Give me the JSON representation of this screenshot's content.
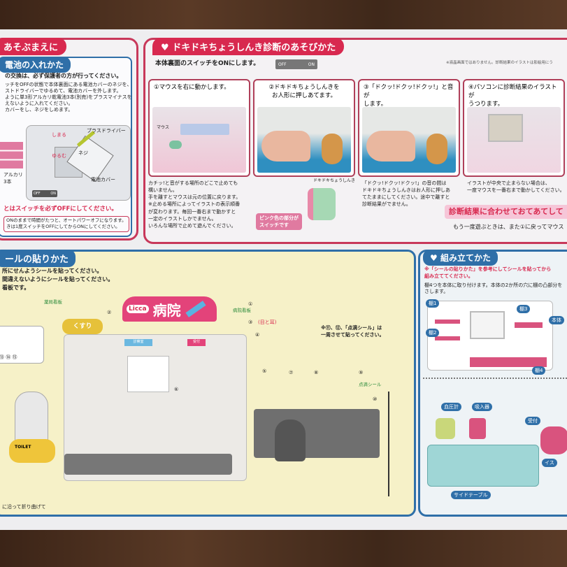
{
  "before_play": {
    "title": "あそぶまえに",
    "battery_title": "電池の入れかた",
    "warning": "の交換は、必ず保護者の方が行ってください。",
    "instructions": "ッチをOFFの状態で本体裏面にある電池カバーのネジを、\nストドライバーでゆるめて、電池カバーを外します。\nように単3形アルカリ乾電池3本(別売)をプラスマイナスを\nえないように入れてください。\nカバーをし、ネジをしめます。",
    "labels": {
      "driver": "プラスドライバー",
      "screw": "ネジ",
      "tighten": "しまる",
      "loosen": "ゆるむ",
      "cover": "電池カバー",
      "battery": "アルカリ\n3本",
      "off": "OFF",
      "on": "ON"
    },
    "after": "とはスイッチを必ずOFFにしてください。",
    "note": "ONのままで時間がたつと、オートパワーオフになります。\nきは1度スイッチをOFFにしてからONにしてください。"
  },
  "howto": {
    "title": "ドキドキちょうしんき診断のあそびかた",
    "switch_text": "本体裏面のスイッチをONにします。",
    "switch_off": "OFF",
    "switch_on": "ON",
    "disclaimer": "※液晶画面ではありません。診断結果のイラストは影絵用にう",
    "steps": [
      {
        "caption": "①マウスを右に動かします。",
        "label": "マウス"
      },
      {
        "caption": "②ドキドキちょうしんきを\nお人形に押しあてます。"
      },
      {
        "caption": "③「ドクッ!ドクッ!ドクッ!」と音が\nします。"
      },
      {
        "caption": "④パソコンに診断結果のイラストが\nうつります。"
      }
    ],
    "note1": "カチッ!と音がする場所のどこで止めても\n構いません。\n手を離すとマウスは元の位置に戻ります。\n※止める場所によってイラストの表示順番\nが変わります。毎回一番右まで動かすと\n一定のイラストしかでません。\nいろんな場所で止めて遊んでください。",
    "stethoscope_label": "ドキドキちょうしんき",
    "switch_bubble": "ピンク色の部分が\nスイッチです",
    "note3": "「ドクッ!ドクッ!ドクッ!」の音の間は\nドキドキちょうしんきはお人形に押しあ\nてたままにしてください。途中で離すと\n診断結果がでません。",
    "note4": "イラストが中央で止まらない場合は、\n一度マウスを一番右まで動かしてください。",
    "banner": "診断結果に合わせておてあてして",
    "replay": "もう一度遊ぶときは、また①に戻ってマウス"
  },
  "stickers": {
    "title": "ールの貼りかた",
    "lines": [
      "所にせんようシールを貼ってください。",
      "間違えないようにシールを貼ってください。",
      "看板です。"
    ],
    "labels": {
      "pharmacy_sign": "薬局看板",
      "hospital_sign": "病院看板",
      "brand": "Licca",
      "hospital": "病院",
      "kusuri": "くすり",
      "reception": "受付",
      "consult": "診察室",
      "eye_ear": "(目と耳)",
      "iv_sticker": "点滴シール",
      "toilet": "TOILET",
      "bottom": "に沿って折り曲げて"
    },
    "numbers": [
      "①",
      "②",
      "③",
      "④",
      "⑤",
      "⑥",
      "⑦",
      "⑧",
      "⑨",
      "⑩",
      "⑬",
      "⑭",
      "⑮"
    ],
    "iv_note": "※⑪、⑫、「点滴シール」は\n一周させて貼ってください。"
  },
  "assembly": {
    "title": "組み立てかた",
    "note": "※「シールの貼りかた」を参考にしてシールを貼ってから\n組み立ててください。",
    "shelf_note": "棚4つを本体に取り付けます。本体の2か所の穴に棚の凸部分をさします。",
    "tags": [
      "棚1",
      "棚2",
      "棚3",
      "棚4",
      "本体",
      "血圧計",
      "吸入器",
      "受付",
      "イス",
      "サイドテーブル"
    ]
  }
}
